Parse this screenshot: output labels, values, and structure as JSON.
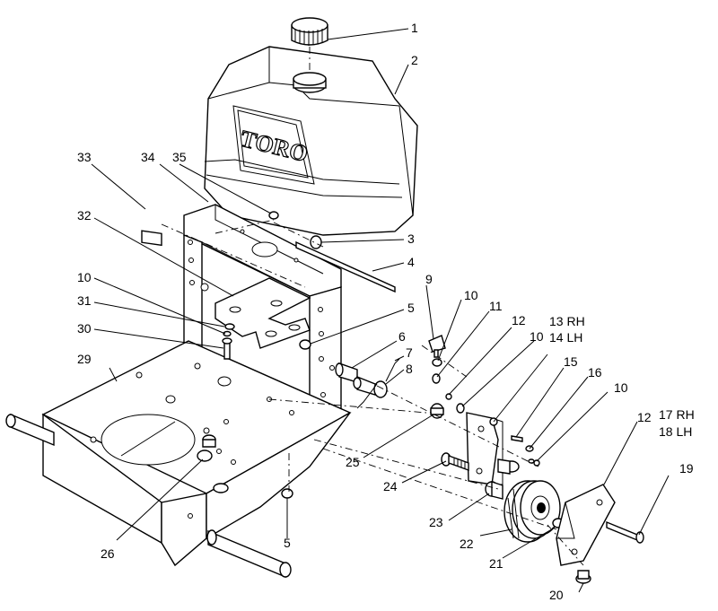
{
  "brand": {
    "logo_text": "TORO"
  },
  "callouts": [
    {
      "id": "c1",
      "label": "1"
    },
    {
      "id": "c2",
      "label": "2"
    },
    {
      "id": "c3",
      "label": "3"
    },
    {
      "id": "c4",
      "label": "4"
    },
    {
      "id": "c5a",
      "label": "5"
    },
    {
      "id": "c5b",
      "label": "5"
    },
    {
      "id": "c6",
      "label": "6"
    },
    {
      "id": "c7",
      "label": "7"
    },
    {
      "id": "c8",
      "label": "8"
    },
    {
      "id": "c9",
      "label": "9"
    },
    {
      "id": "c10a",
      "label": "10"
    },
    {
      "id": "c10b",
      "label": "10"
    },
    {
      "id": "c10c",
      "label": "10"
    },
    {
      "id": "c10d",
      "label": "10"
    },
    {
      "id": "c11",
      "label": "11"
    },
    {
      "id": "c12a",
      "label": "12"
    },
    {
      "id": "c12b",
      "label": "12"
    },
    {
      "id": "c13",
      "label": "13 RH"
    },
    {
      "id": "c14",
      "label": "14 LH"
    },
    {
      "id": "c15",
      "label": "15"
    },
    {
      "id": "c16",
      "label": "16"
    },
    {
      "id": "c17",
      "label": "17 RH"
    },
    {
      "id": "c18",
      "label": "18 LH"
    },
    {
      "id": "c19",
      "label": "19"
    },
    {
      "id": "c20",
      "label": "20"
    },
    {
      "id": "c21",
      "label": "21"
    },
    {
      "id": "c22",
      "label": "22"
    },
    {
      "id": "c23",
      "label": "23"
    },
    {
      "id": "c24",
      "label": "24"
    },
    {
      "id": "c25",
      "label": "25"
    },
    {
      "id": "c26",
      "label": "26"
    },
    {
      "id": "c29",
      "label": "29"
    },
    {
      "id": "c30",
      "label": "30"
    },
    {
      "id": "c31",
      "label": "31"
    },
    {
      "id": "c32",
      "label": "32"
    },
    {
      "id": "c33",
      "label": "33"
    },
    {
      "id": "c34",
      "label": "34"
    },
    {
      "id": "c35",
      "label": "35"
    }
  ]
}
